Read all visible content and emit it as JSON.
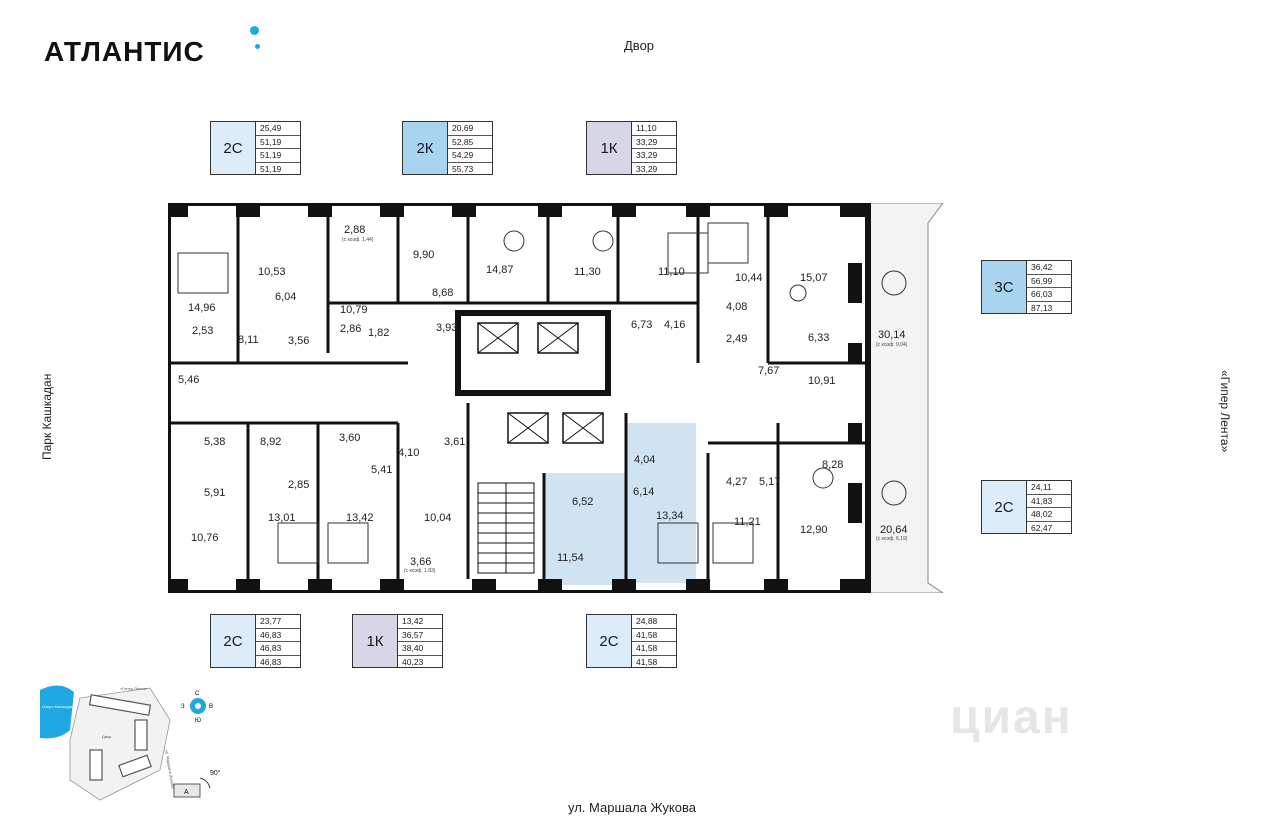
{
  "brand": {
    "name": "АТЛАНТИС",
    "accent": "#1ea7e1"
  },
  "streets": {
    "top": "Двор",
    "bottom": "ул. Маршала Жукова",
    "left": "Парк Кашкадан",
    "right": "«Гипер Лента»"
  },
  "apartments_top": [
    {
      "type": "2С",
      "values": [
        "25,49",
        "51,19",
        "51,19",
        "51,19"
      ],
      "highlight": false
    },
    {
      "type": "2К",
      "values": [
        "20,69",
        "52,85",
        "54,29",
        "55,73"
      ],
      "highlight": true
    },
    {
      "type": "1К",
      "values": [
        "11,10",
        "33,29",
        "33,29",
        "33,29"
      ],
      "highlight": false
    }
  ],
  "apartments_right": [
    {
      "type": "3С",
      "values": [
        "36,42",
        "56,99",
        "66,03",
        "87,13"
      ],
      "highlight": true
    },
    {
      "type": "2С",
      "values": [
        "24,11",
        "41,83",
        "48,02",
        "62,47"
      ],
      "highlight": false
    }
  ],
  "apartments_bottom": [
    {
      "type": "2С",
      "values": [
        "23,77",
        "46,83",
        "46,83",
        "46,83"
      ],
      "highlight": false
    },
    {
      "type": "1К",
      "values": [
        "13,42",
        "36,57",
        "38,40",
        "40,23"
      ],
      "highlight": false
    },
    {
      "type": "2С",
      "values": [
        "24,88",
        "41,58",
        "41,58",
        "41,58"
      ],
      "highlight": false
    }
  ],
  "colors": {
    "highlight_blue": "#a9d4ef",
    "highlight_light": "#dcecf8",
    "grey": "#d6d6e6",
    "wall": "#111111",
    "selected_area": "#cfe3f3"
  },
  "rooms": [
    "10,53",
    "2,88",
    "9,90",
    "14,87",
    "11,30",
    "11,10",
    "10,44",
    "15,07",
    "14,96",
    "6,04",
    "10,79",
    "8,68",
    "4,08",
    "30,14",
    "2,53",
    "8,11",
    "3,56",
    "2,86",
    "1,82",
    "3,93",
    "6,73",
    "4,16",
    "2,49",
    "6,33",
    "5,46",
    "7,67",
    "10,91",
    "5,38",
    "8,92",
    "3,60",
    "4,10",
    "3,61",
    "4,04",
    "4,27",
    "5,17",
    "8,28",
    "5,41",
    "5,91",
    "2,85",
    "6,52",
    "6,14",
    "13,01",
    "13,42",
    "10,04",
    "13,34",
    "11,21",
    "12,90",
    "20,64",
    "10,76",
    "11,54",
    "3,66"
  ],
  "room_notes": {
    "coef_144": "(с коэф. 1,44)",
    "coef_904": "(с коэф. 9,04)",
    "coef_619": "(с коэф. 6,19)",
    "coef_183": "(с коэф. 1,83)"
  },
  "minimap": {
    "lake": "Озеро Кашкадан",
    "top_label": "«Гипер Лента»",
    "yard": "Двор",
    "street": "ул. Маршала Жукова",
    "section": "А",
    "angle": "90°"
  },
  "compass": {
    "n": "С",
    "s": "Ю",
    "w": "З",
    "e": "В"
  },
  "watermark": "циан"
}
